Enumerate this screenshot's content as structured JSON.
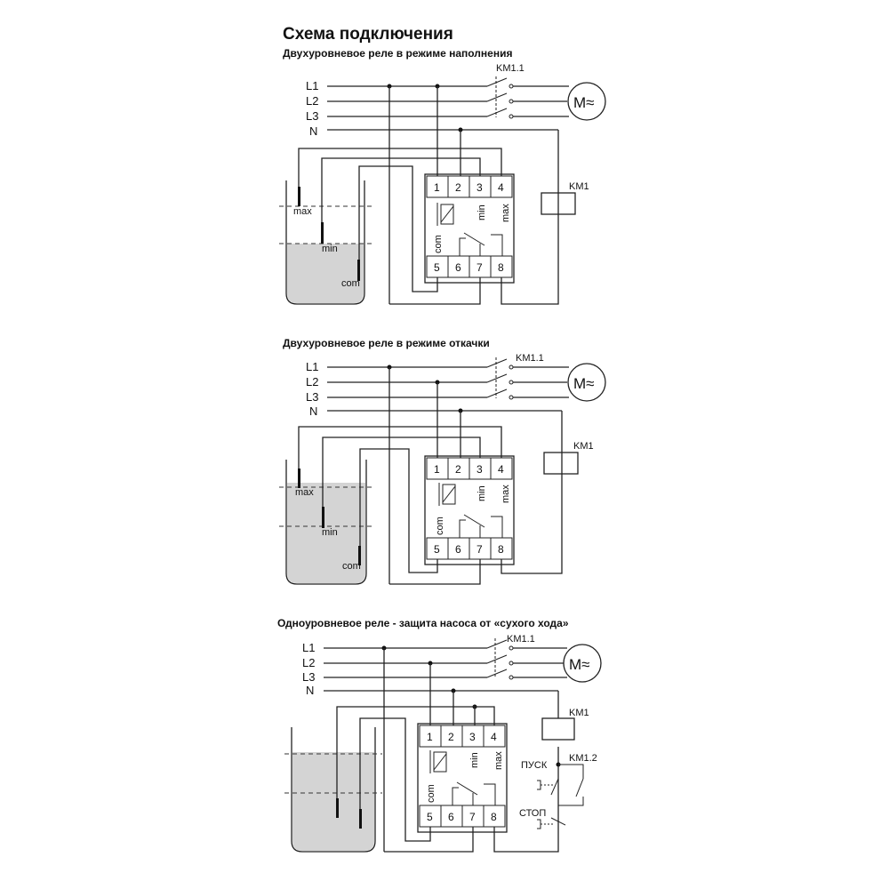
{
  "title": "Схема подключения",
  "sections": [
    {
      "caption": "Двухуровневое реле в режиме наполнения",
      "lines": [
        "L1",
        "L2",
        "L3",
        "N"
      ],
      "contactor": "KM1.1",
      "motor": "M≈",
      "coil": "KM1",
      "terminals_top": [
        "1",
        "2",
        "3",
        "4"
      ],
      "terminals_bottom": [
        "5",
        "6",
        "7",
        "8"
      ],
      "relay_labels": [
        "min",
        "max",
        "com"
      ],
      "probes": [
        "max",
        "min",
        "com"
      ]
    },
    {
      "caption": "Двухуровневое реле в режиме откачки",
      "lines": [
        "L1",
        "L2",
        "L3",
        "N"
      ],
      "contactor": "KM1.1",
      "motor": "M≈",
      "coil": "KM1",
      "terminals_top": [
        "1",
        "2",
        "3",
        "4"
      ],
      "terminals_bottom": [
        "5",
        "6",
        "7",
        "8"
      ],
      "relay_labels": [
        "min",
        "max",
        "com"
      ],
      "probes": [
        "max",
        "min",
        "com"
      ]
    },
    {
      "caption": "Одноуровневое реле - защита насоса от «сухого хода»",
      "lines": [
        "L1",
        "L2",
        "L3",
        "N"
      ],
      "contactor": "KM1.1",
      "motor": "M≈",
      "coil": "KM1",
      "terminals_top": [
        "1",
        "2",
        "3",
        "4"
      ],
      "terminals_bottom": [
        "5",
        "6",
        "7",
        "8"
      ],
      "relay_labels": [
        "min",
        "max",
        "com"
      ],
      "aux_contact": "KM1.2",
      "start_button": "ПУСК",
      "stop_button": "СТОП"
    }
  ],
  "colors": {
    "liquid": "#d4d4d4",
    "line": "#222222"
  }
}
